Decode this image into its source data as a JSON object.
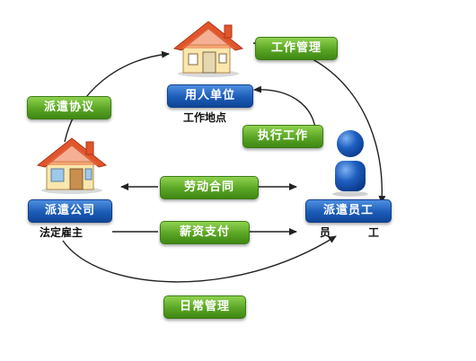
{
  "nodes": {
    "employer": {
      "label": "用人单位",
      "sublabel": "工作地点"
    },
    "agency": {
      "label": "派遣公司",
      "sublabel": "法定雇主"
    },
    "employee": {
      "label": "派遣员工",
      "sublabel": "员　　工"
    }
  },
  "relations": {
    "dispatch_agreement": "派遣协议",
    "work_management": "工作管理",
    "execute_work": "执行工作",
    "labor_contract": "劳动合同",
    "salary_payment": "薪资支付",
    "daily_management": "日常管理"
  },
  "colors": {
    "green_label": "#5aa524",
    "blue_label": "#1b5cb8",
    "roof": "#e2542b",
    "wall": "#fbe7ad",
    "arrow": "#222222"
  },
  "icons": {
    "employer": "house-icon",
    "agency": "house-icon",
    "employee": "person-icon"
  }
}
